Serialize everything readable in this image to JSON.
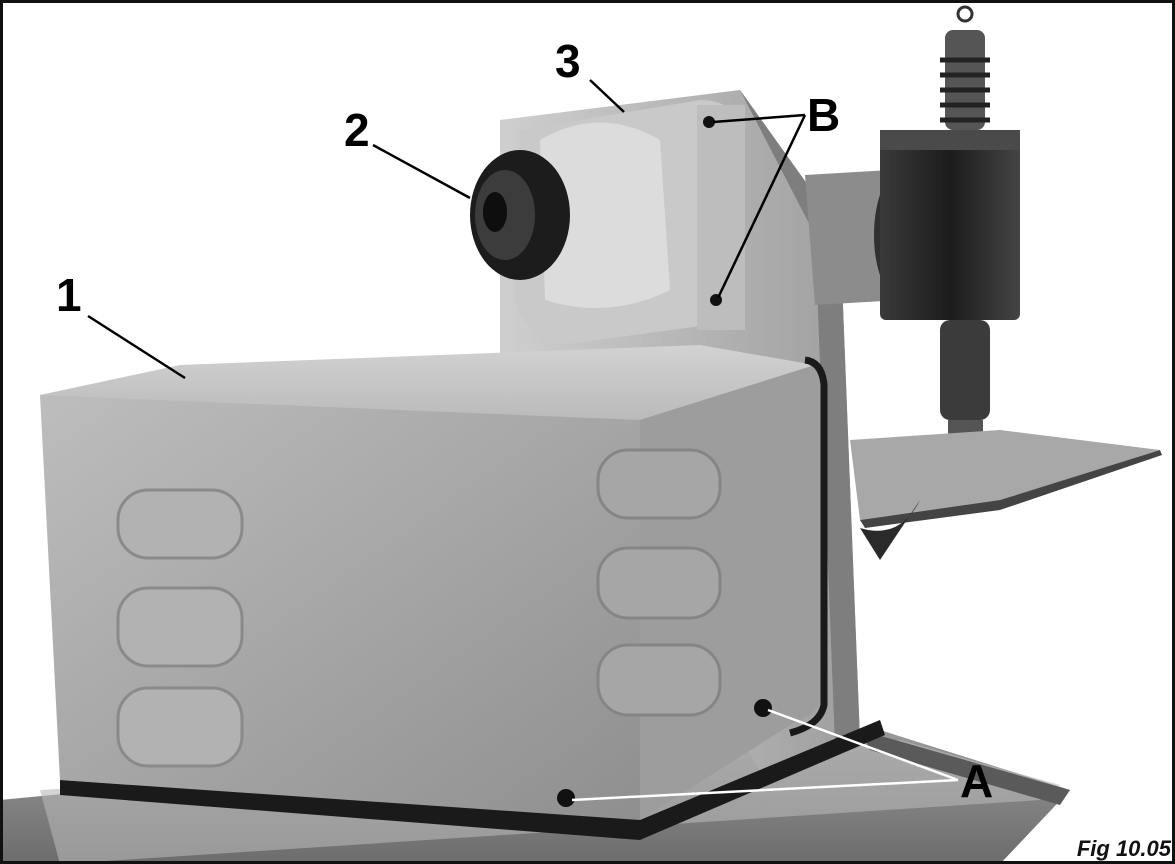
{
  "callouts": {
    "one": "1",
    "two": "2",
    "three": "3",
    "b": "B",
    "a": "A"
  },
  "caption": "Fig 10.05",
  "colors": {
    "background": "#ffffff",
    "frame": "#111111",
    "cover": "#a9a9a9",
    "dark_metal": "#2a2a2a",
    "table": "#8a8a8a"
  }
}
